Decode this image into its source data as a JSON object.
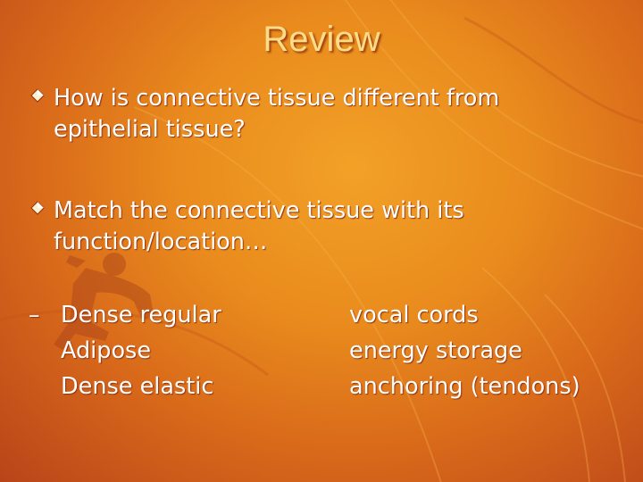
{
  "slide": {
    "title": "Review",
    "bullets": [
      {
        "text": "How is connective tissue different from\nepithelial tissue?",
        "icon": "diamond-bullet-icon"
      },
      {
        "text": "Match the connective tissue with its\nfunction/location…",
        "icon": "diamond-bullet-icon"
      }
    ],
    "sub_marker": "–",
    "tissues": [
      "Dense regular",
      "Adipose",
      "Dense elastic"
    ],
    "functions": [
      "vocal cords",
      "energy storage",
      "anchoring (tendons)"
    ]
  },
  "colors": {
    "background": "#e98b1d",
    "title": "#ffdd88",
    "text": "#ffffff"
  }
}
